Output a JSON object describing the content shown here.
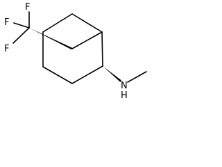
{
  "molecule": {
    "atoms": {
      "f_top": "F",
      "f_left": "F",
      "f_bottom": "F",
      "n": "N",
      "h": "H"
    },
    "colors": {
      "bond": "#000000",
      "text": "#000000",
      "background": "#ffffff"
    }
  }
}
